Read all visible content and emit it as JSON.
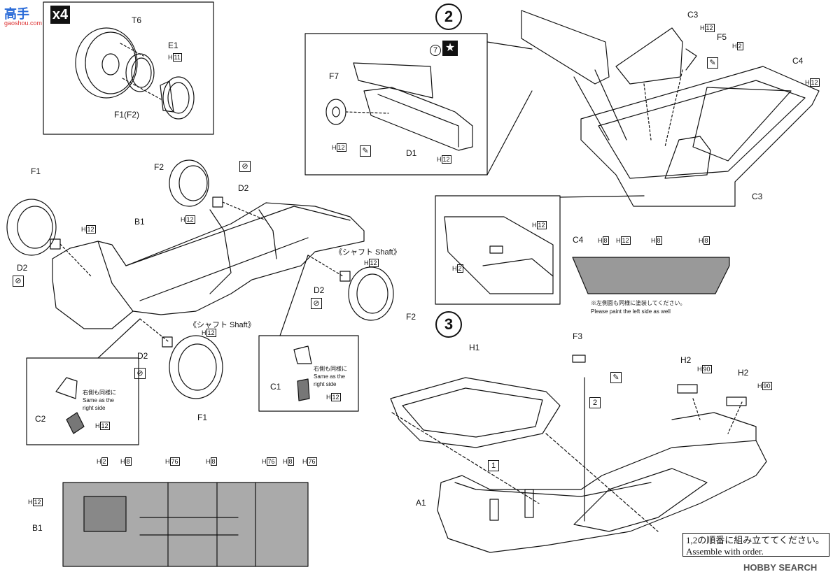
{
  "header": {
    "logo_text": "高手",
    "logo_url": "gaoshou.com",
    "multiplier": "x4"
  },
  "steps": {
    "step2": "2",
    "step3": "3"
  },
  "parts": {
    "T6": "T6",
    "E1": "E1",
    "F1F2": "F1(F2)",
    "F1_top": "F1",
    "F2_top": "F2",
    "D2_a": "D2",
    "D2_b": "D2",
    "D2_c": "D2",
    "D2_d": "D2",
    "B1": "B1",
    "F2_right": "F2",
    "F1_bottom": "F1",
    "C1": "C1",
    "C2": "C2",
    "F7": "F7",
    "D1": "D1",
    "C3_top": "C3",
    "C3_bottom": "C3",
    "C4": "C4",
    "C4_panel": "C4",
    "F5": "F5",
    "F3": "F3",
    "H1": "H1",
    "H2_a": "H2",
    "H2_b": "H2",
    "A1": "A1",
    "B1_under": "B1"
  },
  "shafts": {
    "shaft_right": "《シャフト Shaft》",
    "shaft_left": "《シャフト Shaft》"
  },
  "codes": {
    "H": "H",
    "n11": "11",
    "n12": "12",
    "n2": "2",
    "n8": "8",
    "n76": "76",
    "n90": "90"
  },
  "marks": {
    "decal_7": "7",
    "seq_1": "1",
    "seq_2": "2"
  },
  "notes": {
    "right_same_jp": "右側も同様に",
    "right_same_en1": "Same as the",
    "right_same_en2": "right side",
    "left_paint_jp": "※左側面も同様に塗装してください。",
    "left_paint_en": "Please paint the left side as well",
    "assemble_jp": "1,2の順番に組み立ててください。",
    "assemble_en": "Assemble with order."
  },
  "watermark": {
    "text": "HOBBY SEARCH"
  }
}
